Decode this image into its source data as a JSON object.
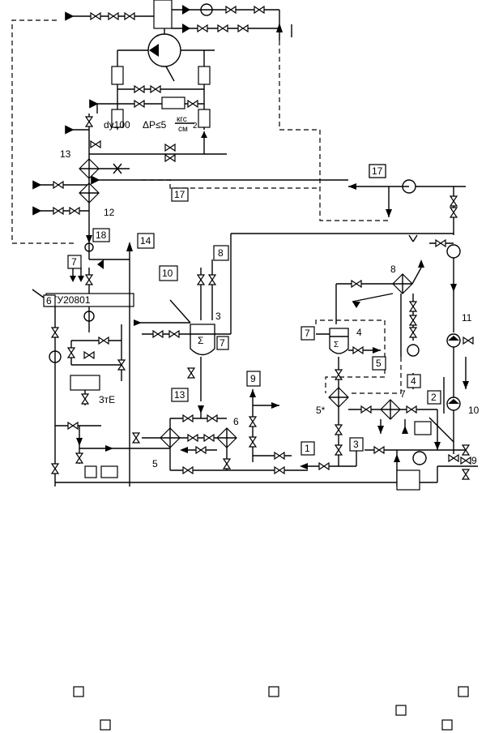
{
  "labels": {
    "dy100": "dy100",
    "pressure": "ΔP≤5",
    "unit_top": "кгс",
    "unit_bottom": "см",
    "unit_exp": "2",
    "gu": "ГУ20801",
    "ztye": "3тЕ",
    "n13": "13",
    "n12": "12",
    "n3": "3",
    "n4": "4",
    "n5": "5",
    "n5s": "5*",
    "n6": "6",
    "n7": "7",
    "n8": "8",
    "n9": "9",
    "n10": "10",
    "n11": "11",
    "n_sigma": "Σ"
  },
  "boxed": {
    "b17a": "17",
    "b17b": "17",
    "b18": "18",
    "b14": "14",
    "b8": "8",
    "b7a": "7",
    "b7b": "7",
    "b7c": "7",
    "b6": "6",
    "b10": "10",
    "b13": "13",
    "b9": "9",
    "b5": "5",
    "b4": "4",
    "b3": "3",
    "b2": "2",
    "b1": "1"
  }
}
